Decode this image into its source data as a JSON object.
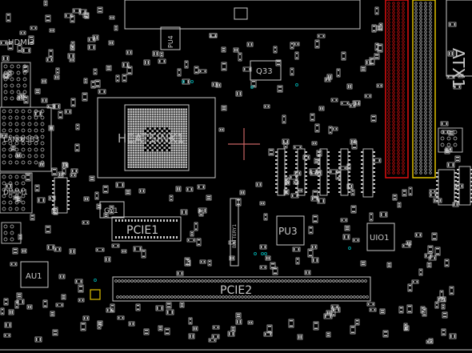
{
  "viewer": {
    "cursor": "crosshair-cursor"
  },
  "labels": {
    "hdmi": "HDMI3",
    "pu4": "PU4",
    "q33": "Q33",
    "lan_usb": "LAN USB3",
    "heatsink": "HEATSINK1",
    "dimm": "DIMM1",
    "gy1": "GY1",
    "pcie1": "PCIE1",
    "battery": "BATTERY1",
    "pu3": "PU3",
    "uio1": "UIO1",
    "au1": "AU1",
    "pcie2": "PCIE2",
    "atx": "ATX1"
  },
  "colors": {
    "background": "#000000",
    "outline": "#c8c8c8",
    "highlight_red": "#e01010",
    "highlight_yellow": "#e0c000",
    "via": "#00a0a0",
    "cursor": "#c86464"
  }
}
